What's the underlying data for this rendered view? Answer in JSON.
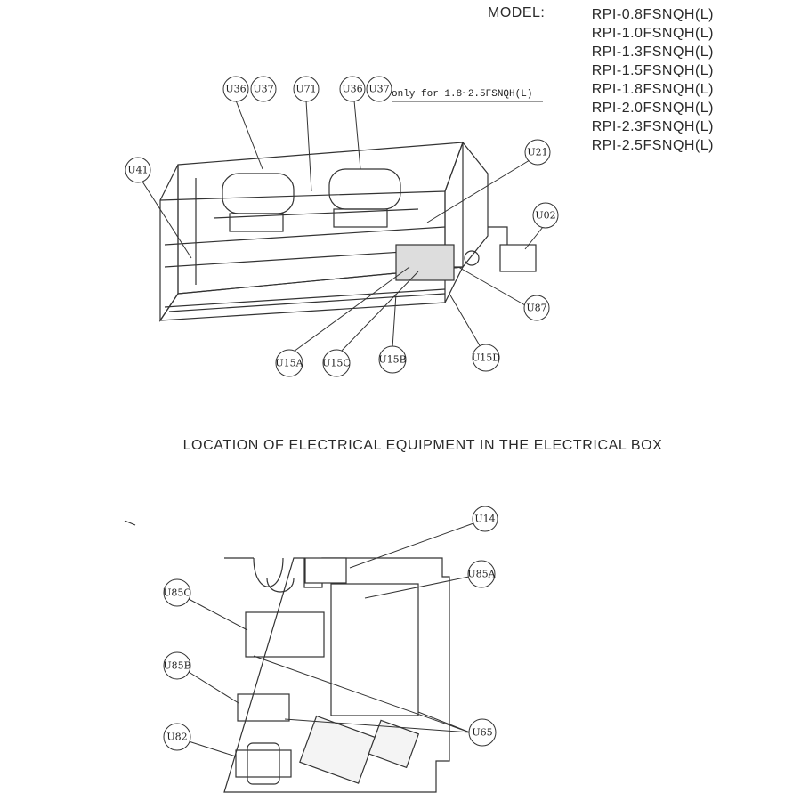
{
  "header": {
    "model_label": "MODEL:",
    "models": [
      "RPI-0.8FSNQH(L)",
      "RPI-1.0FSNQH(L)",
      "RPI-1.3FSNQH(L)",
      "RPI-1.5FSNQH(L)",
      "RPI-1.8FSNQH(L)",
      "RPI-2.0FSNQH(L)",
      "RPI-2.3FSNQH(L)",
      "RPI-2.5FSNQH(L)"
    ]
  },
  "unit_diagram": {
    "callouts": {
      "u36a": "U36",
      "u37a": "U37",
      "u71": "U71",
      "u36b": "U36",
      "u37b": "U37",
      "u41": "U41",
      "u21": "U21",
      "u02": "U02",
      "u87": "U87",
      "u15a": "U15A",
      "u15c": "U15C",
      "u15b": "U15B",
      "u15d": "U15D"
    },
    "note": "only for 1.8~2.5FSNQH(L)"
  },
  "section_title": "LOCATION OF ELECTRICAL EQUIPMENT IN THE ELECTRICAL BOX",
  "box_diagram": {
    "callouts": {
      "u14": "U14",
      "u85a": "U85A",
      "u85c": "U85C",
      "u85b": "U85B",
      "u82": "U82",
      "u65": "U65"
    }
  }
}
